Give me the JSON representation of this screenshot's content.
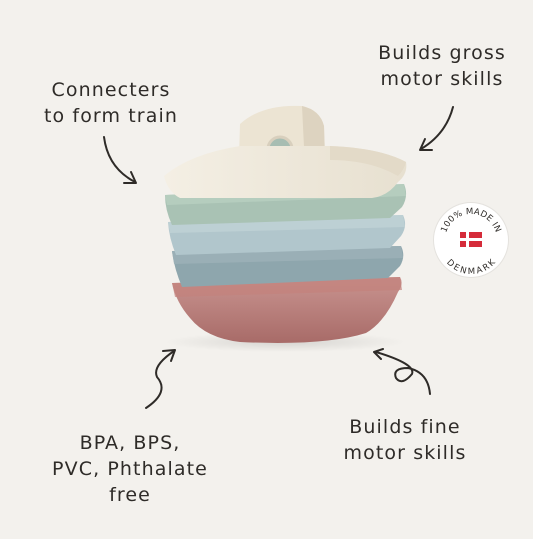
{
  "callouts": {
    "train": {
      "line1": "Connecters",
      "line2": "to form train"
    },
    "gross": {
      "line1": "Builds gross",
      "line2": "motor skills"
    },
    "materials": {
      "line1": "BPA, BPS,",
      "line2": "PVC, Phthalate",
      "line3": "free"
    },
    "fine": {
      "line1": "Builds fine",
      "line2": "motor skills"
    }
  },
  "badge": {
    "top_text": "100% MADE IN",
    "bottom_text": "DENMARK",
    "flag_icon": "denmark-flag-icon"
  },
  "colors": {
    "background": "#f3f1ed",
    "boat_cream": "#efe9dc",
    "boat_sage": "#a9c2b4",
    "boat_light_blue": "#b1c6cc",
    "boat_blue_grey": "#8ea6ad",
    "boat_rose": "#c48a85",
    "flag_red": "#d52b3a",
    "text": "#2e2b28"
  }
}
